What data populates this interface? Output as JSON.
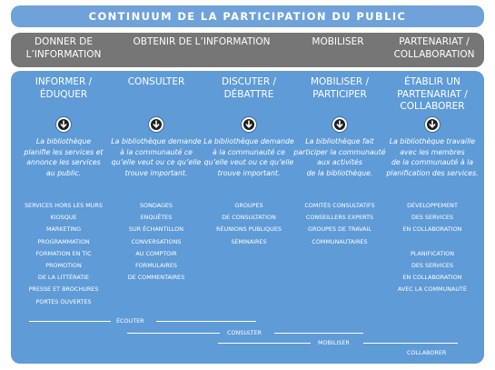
{
  "title": "CONTINUUM DE LA PARTICIPATION DU PUBLIC",
  "grey_headers": [
    "DONNER DE\nL’INFORMATION",
    "OBTENIR DE L’INFORMATION",
    "MOBILISER",
    "PARTENARIAT /\nCOLLABORATION"
  ],
  "columns": [
    {
      "heading": "INFORMER /\nÉDUQUER",
      "description": "La bibliothèque\nplanifie les services et\nannonce les services\nau public.",
      "items": "SERVICES HORS LES MURS\nKIOSQUE\nMARKETING\nPROGRAMMATION\nFORMATION EN TIC\nPROMOTION\nDE LA LITTÉRATIE\nPRESSE ET BROCHURES\nPORTES OUVERTES"
    },
    {
      "heading": "CONSULTER",
      "description": "La bibliothèque demande\nà la communauté ce\nqu’elle veut ou ce qu’elle\ntrouve important.",
      "items": "SONDAGES\nENQUÊTES\nSUR ÉCHANTILLON\nCONVERSATIONS\nAU COMPTOIR\nFORMULAIRES\nDE COMMENTAIRES"
    },
    {
      "heading": "DISCUTER /\nDÉBATTRE",
      "description": "La bibliothèque demande\nà la communauté ce\nqu’elle veut ou ce qu’elle\ntrouve important.",
      "items": "GROUPES\nDE CONSULTATION\nRÉUNIONS PUBLIQUES\nSÉMINAIRES"
    },
    {
      "heading": "MOBILISER /\nPARTICIPER",
      "description": "La bibliothèque fait\nparticiper la communauté\naux activités\nde la bibliothèque.",
      "items": "COMITÉS CONSULTATIFS\nCONSEILLERS EXPERTS\nGROUPES DE TRAVAIL\nCOMMUNAUTAIRES"
    },
    {
      "heading": "ÉTABLIR UN\nPARTENARIAT /\nCOLLABORER",
      "description": "La bibliothèque travaille\navec les membres\nde la communauté à la\nplanification des services.",
      "items": "DÉVELOPPEMENT\nDES SERVICES\nEN COLLABORATION\n\nPLANIFICATION\nDES SERVICES\nEN COLLABORATION\nAVEC LA COMMUNAUTÉ"
    }
  ],
  "ranges": [
    "ÉCOUTER",
    "CONSULTER",
    "MOBILISER",
    "COLLABORER"
  ],
  "colors": {
    "banner": "#6fa2d8",
    "grey": "#767676",
    "panel": "#5f9bd6",
    "icon_ring": "#3d6fa5"
  },
  "icon": "arrow-down-circle-icon"
}
